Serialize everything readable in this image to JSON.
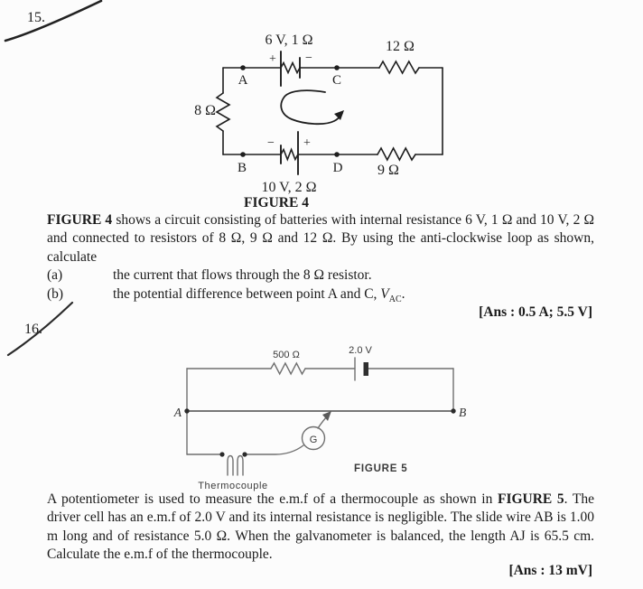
{
  "problem15": {
    "number": "15.",
    "figure": {
      "caption": "FIGURE 4",
      "battery_top_label": "6 V, 1 Ω",
      "battery_bottom_label": "10 V, 2 Ω",
      "resistor_left_label": "8 Ω",
      "resistor_top_label": "12 Ω",
      "resistor_bottom_label": "9 Ω",
      "node_a": "A",
      "node_b": "B",
      "node_c": "C",
      "node_d": "D",
      "plus": "+",
      "minus": "−"
    },
    "body_bold": "FIGURE 4",
    "body_rest": " shows a circuit consisting of batteries with internal resistance 6 V, 1 Ω and 10 V, 2 Ω and connected to resistors of 8 Ω, 9 Ω and 12 Ω. By using the anti-clockwise loop as shown, calculate",
    "items": [
      {
        "label": "(a)",
        "text": "the current that flows through the 8 Ω resistor."
      },
      {
        "label": "(b)",
        "pre": "the potential difference between point A and C, ",
        "sym": "V",
        "sub": "AC",
        "post": "."
      }
    ],
    "answer": "[Ans : 0.5 A; 5.5 V]"
  },
  "problem16": {
    "number": "16.",
    "figure": {
      "caption": "FIGURE 5",
      "resistor_label": "500 Ω",
      "cell_label": "2.0 V",
      "node_a": "A",
      "node_b": "B",
      "galvanometer": "G",
      "thermocouple_label": "Thermocouple"
    },
    "seg1": "A potentiometer is used to measure the e.m.f of a thermocouple as shown in ",
    "seg2": "FIGURE 5",
    "seg3": ". The driver cell has an e.m.f of 2.0 V and its internal resistance is negligible. The slide wire AB is 1.00 m long and of resistance 5.0 Ω. When the galvanometer is balanced, the length AJ is 65.5 cm. Calculate the e.m.f of the thermocouple.",
    "answer": "[Ans : 13 mV]"
  }
}
